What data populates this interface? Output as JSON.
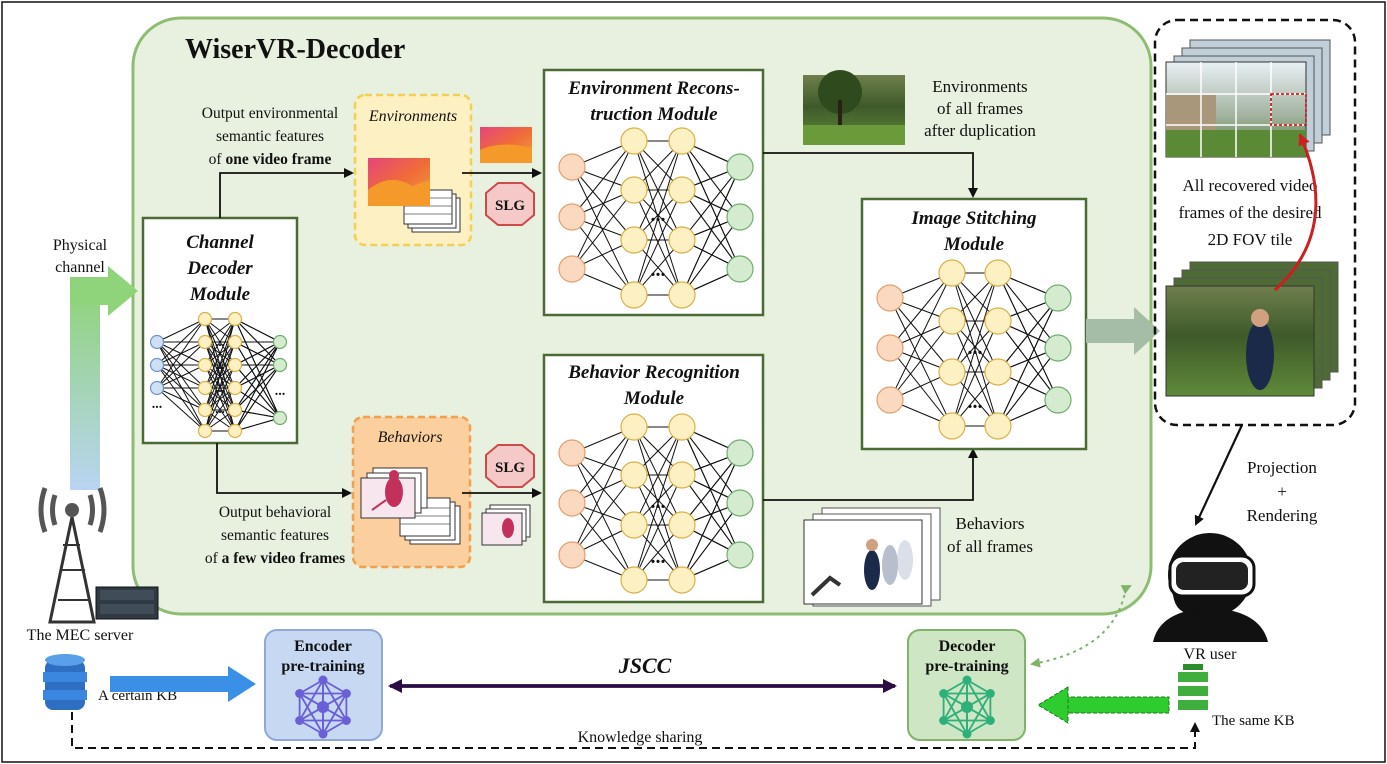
{
  "title": "WiserVR-Decoder",
  "channel_decoder": {
    "line1": "Channel",
    "line2": "Decoder",
    "line3": "Module"
  },
  "physical_channel": {
    "line1": "Physical",
    "line2": "channel"
  },
  "env_output": {
    "line1": "Output environmental",
    "line2": "semantic features",
    "line3_prefix": "of ",
    "line3_bold": "one video frame"
  },
  "beh_output": {
    "line1": "Output behavioral",
    "line2": "semantic features",
    "line3_prefix": "of ",
    "line3_bold": "a few video frames"
  },
  "environments_label": "Environments",
  "behaviors_label": "Behaviors",
  "slg": "SLG",
  "env_module": {
    "line1": "Environment Recons-",
    "line2": "truction Module"
  },
  "beh_module": {
    "line1": "Behavior Recognition",
    "line2": "Module"
  },
  "stitch_module": {
    "line1": "Image Stitching",
    "line2": "Module"
  },
  "env_all": {
    "line1": "Environments",
    "line2": "of all frames",
    "line3": "after duplication"
  },
  "beh_all": {
    "line1": "Behaviors",
    "line2": "of all frames"
  },
  "recovered": {
    "line1": "All recovered video",
    "line2": "frames of the desired",
    "line3": "2D FOV tile"
  },
  "projection": {
    "line1": "Projection",
    "line2": "+",
    "line3": "Rendering"
  },
  "vr_user": "VR user",
  "mec_server": "The MEC server",
  "encoder_pre": {
    "line1": "Encoder",
    "line2": "pre-training"
  },
  "decoder_pre": {
    "line1": "Decoder",
    "line2": "pre-training"
  },
  "jscc": "JSCC",
  "certain_kb": "A certain KB",
  "same_kb": "The same KB",
  "knowledge_sharing": "Knowledge sharing",
  "ellipsis": "...",
  "colors": {
    "green_panel": "#e8f1df",
    "green_border": "#8fbc73",
    "dark_green": "#4a6b35",
    "node_orange": "#fbd9c0",
    "node_yellow": "#fdf1c4",
    "node_green": "#d4ebcf",
    "node_blue": "#cfe0f5",
    "jscc": "#2a0d45",
    "red": "#cc1f1f"
  }
}
